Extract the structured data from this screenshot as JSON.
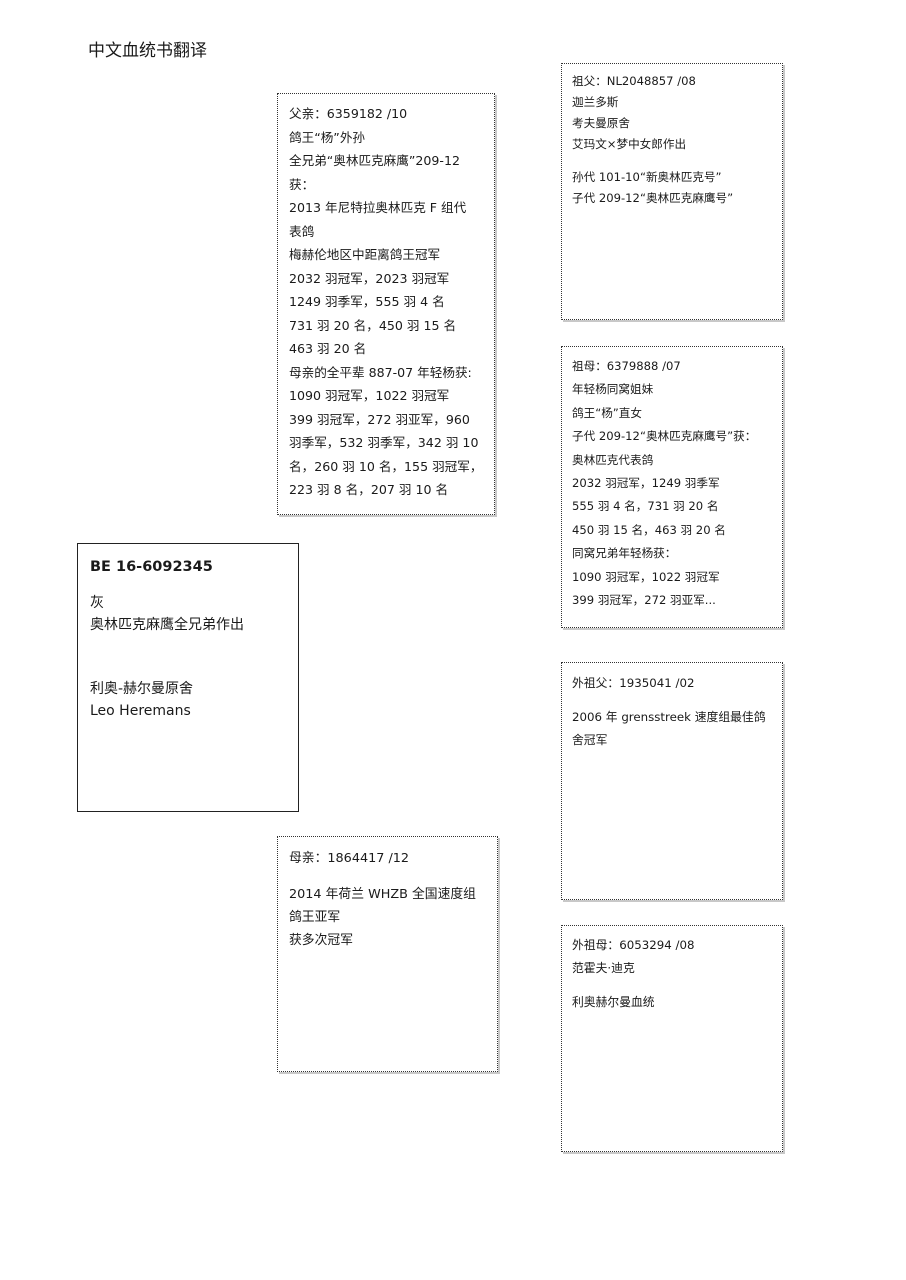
{
  "title": "中文血统书翻译",
  "subject": {
    "ring": "BE 16-6092345",
    "color": "灰",
    "note": "奥林匹克麻鹰全兄弟作出",
    "breeder_cn": "利奥-赫尔曼原舍",
    "breeder_en": "Leo Heremans"
  },
  "sire": {
    "lines": [
      "父亲：6359182 /10",
      "鸽王“杨”外孙",
      "全兄弟“奥林匹克麻鹰”209-12",
      "获：",
      "2013 年尼特拉奥林匹克 F 组代",
      "表鸽",
      "梅赫伦地区中距离鸽王冠军",
      "2032 羽冠军，2023 羽冠军",
      "1249 羽季军，555 羽 4 名",
      "731 羽 20 名，450 羽 15 名",
      "463 羽 20 名",
      "母亲的全平辈 887-07 年轻杨获:",
      "1090 羽冠军，1022 羽冠军",
      "399 羽冠军，272 羽亚军，960",
      "羽季军，532 羽季军，342 羽 10",
      "名，260 羽 10 名，155 羽冠军，",
      "223 羽 8 名，207 羽 10 名"
    ]
  },
  "dam": {
    "lines": [
      "母亲：1864417 /12",
      "",
      "2014 年荷兰 WHZB 全国速度组",
      "鸽王亚军",
      "获多次冠军"
    ]
  },
  "grandsire": {
    "lines": [
      "祖父：NL2048857 /08",
      "迦兰多斯",
      "考夫曼原舍",
      "艾玛文×梦中女郎作出",
      "",
      "孙代 101-10“新奥林匹克号”",
      "子代 209-12“奥林匹克麻鹰号”"
    ]
  },
  "granddam": {
    "lines": [
      "祖母：6379888 /07",
      "年轻杨同窝姐妹",
      "鸽王“杨”直女",
      "子代 209-12“奥林匹克麻鹰号”获：",
      "奥林匹克代表鸽",
      "2032 羽冠军，1249 羽季军",
      "555 羽 4 名，731 羽 20 名",
      "450 羽 15 名，463 羽 20 名",
      "同窝兄弟年轻杨获：",
      "1090 羽冠军，1022 羽冠军",
      "399 羽冠军，272 羽亚军..."
    ]
  },
  "maternal_grandsire": {
    "lines": [
      "外祖父：1935041 /02",
      "",
      "2006 年 grensstreek 速度组最佳鸽舍冠军"
    ]
  },
  "maternal_granddam": {
    "lines": [
      "外祖母：6053294 /08",
      "范霍夫·迪克",
      "",
      "利奥赫尔曼血统"
    ]
  }
}
